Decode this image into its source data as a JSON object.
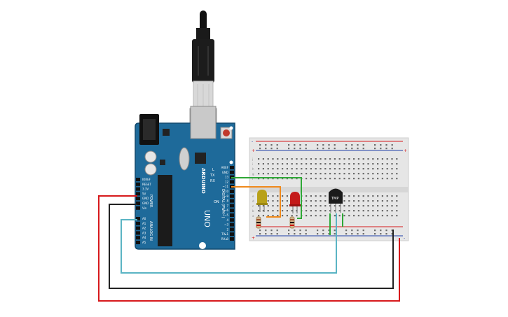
{
  "board": {
    "brand": "ARDUINO",
    "model": "UNO",
    "power_label": "POWER",
    "analog_label": "ANALOG IN",
    "digital_label": "DIGITAL (PWM~)",
    "power_pins": [
      "IOREF",
      "RESET",
      "3.3V",
      "5V",
      "GND",
      "GND",
      "Vin"
    ],
    "analog_pins": [
      "A0",
      "A1",
      "A2",
      "A3",
      "A4",
      "A5"
    ],
    "digital_pins": [
      "AREF",
      "GND",
      "13",
      "12",
      "~11",
      "~10",
      "~9",
      "8",
      "7",
      "~6",
      "~5",
      "4",
      "~3",
      "2",
      "TX▸1",
      "RX◂0"
    ],
    "tx_label": "TX",
    "rx_label": "RX",
    "l_label": "L",
    "on_label": "ON"
  },
  "breadboard": {
    "plus": "+",
    "minus": "-",
    "row_letters_top": [
      "j",
      "i",
      "h",
      "g",
      "f"
    ],
    "row_letters_bottom": [
      "e",
      "d",
      "c",
      "b",
      "a"
    ]
  },
  "sensor": {
    "label": "TMP"
  },
  "colors": {
    "board": "#1e6a9a",
    "breadboard": "#e6e6e6",
    "wire_red": "#d7191c",
    "wire_black": "#222222",
    "wire_cyan": "#5ab4c4",
    "wire_green": "#2ea836",
    "wire_orange": "#f08a1c",
    "led_yellow": "#b8a11a",
    "led_red": "#c41a1a"
  },
  "icons": [
    "usb-plug-icon",
    "reset-button-icon",
    "led-icon",
    "resistor-icon",
    "temperature-sensor-icon"
  ]
}
